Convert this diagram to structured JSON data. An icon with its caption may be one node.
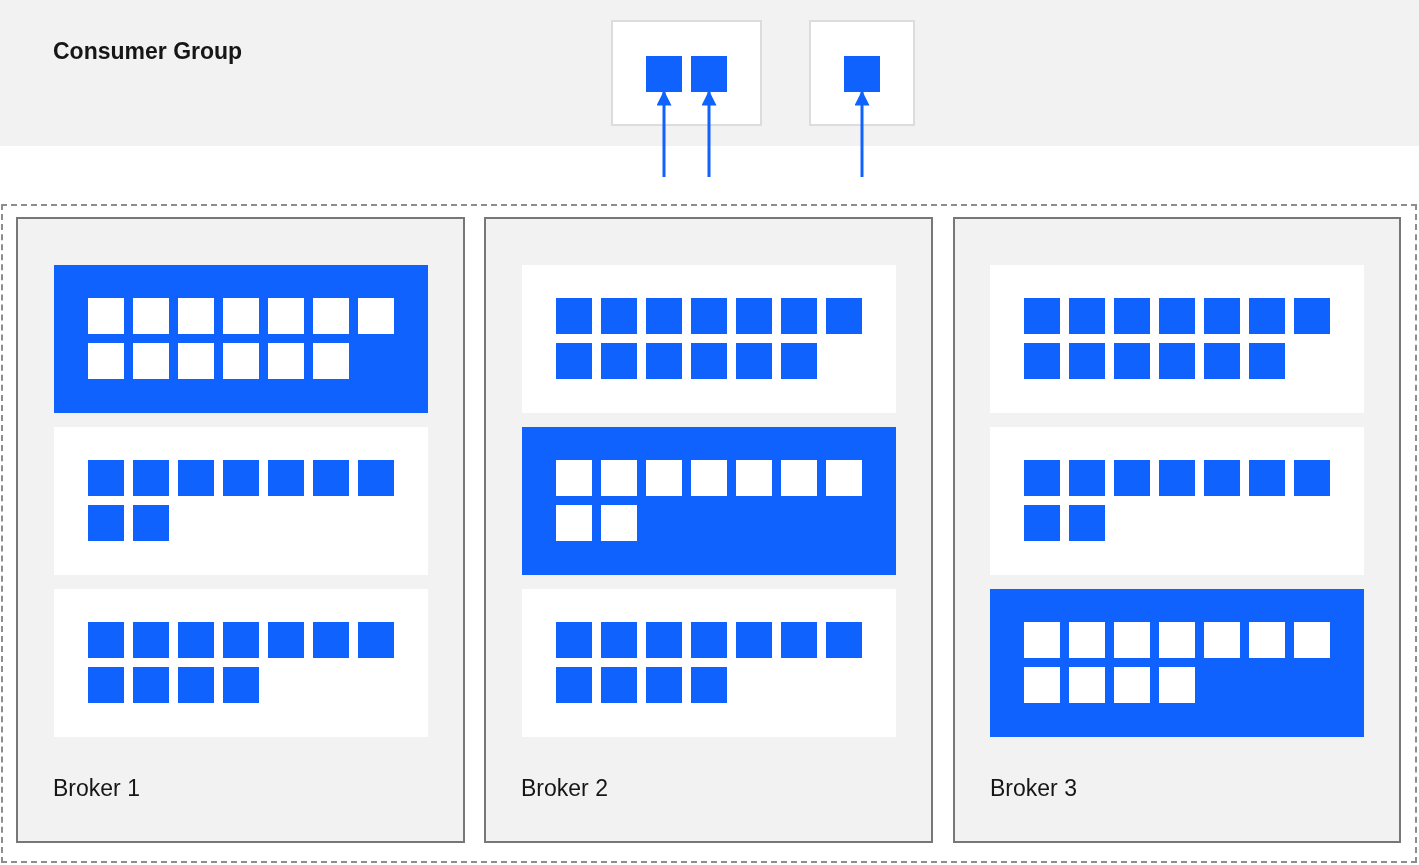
{
  "diagram": {
    "nodes": [
      {
        "text": [
          "Consumer Group"
        ]
      },
      {
        "text": [],
        "shape": "box",
        "in": 0
      },
      {
        "text": [],
        "shape": "box",
        "in": 0
      },
      {
        "text": [],
        "shape": "box",
        "in": 1
      },
      {
        "text": [],
        "shape": "box",
        "in": 1
      },
      {
        "text": [],
        "shape": "box",
        "in": 2
      },
      {
        "text": [],
        "shape": "box"
      },
      {
        "text": [
          "Broker 1"
        ],
        "in": 6
      },
      {
        "text": [],
        "shape": "box",
        "in": 7
      },
      {
        "text": [],
        "shape": "box",
        "in": 7
      },
      {
        "text": [],
        "shape": "box",
        "in": 7
      },
      {
        "text": [
          "Broker 2"
        ],
        "in": 6
      },
      {
        "text": [],
        "shape": "box",
        "in": 11
      },
      {
        "text": [],
        "shape": "box",
        "in": 11
      },
      {
        "text": [],
        "shape": "box",
        "in": 11
      },
      {
        "text": [
          "Broker 3"
        ],
        "in": 6
      },
      {
        "text": [],
        "shape": "box",
        "in": 15
      },
      {
        "text": [],
        "shape": "box",
        "in": 15
      },
      {
        "text": [],
        "shape": "box",
        "in": 15
      }
    ],
    "edges": [
      {
        "from": null,
        "to": 3,
        "arrow": "to"
      },
      {
        "from": null,
        "to": 4,
        "arrow": "to"
      },
      {
        "from": null,
        "to": 5,
        "arrow": "to"
      }
    ]
  }
}
